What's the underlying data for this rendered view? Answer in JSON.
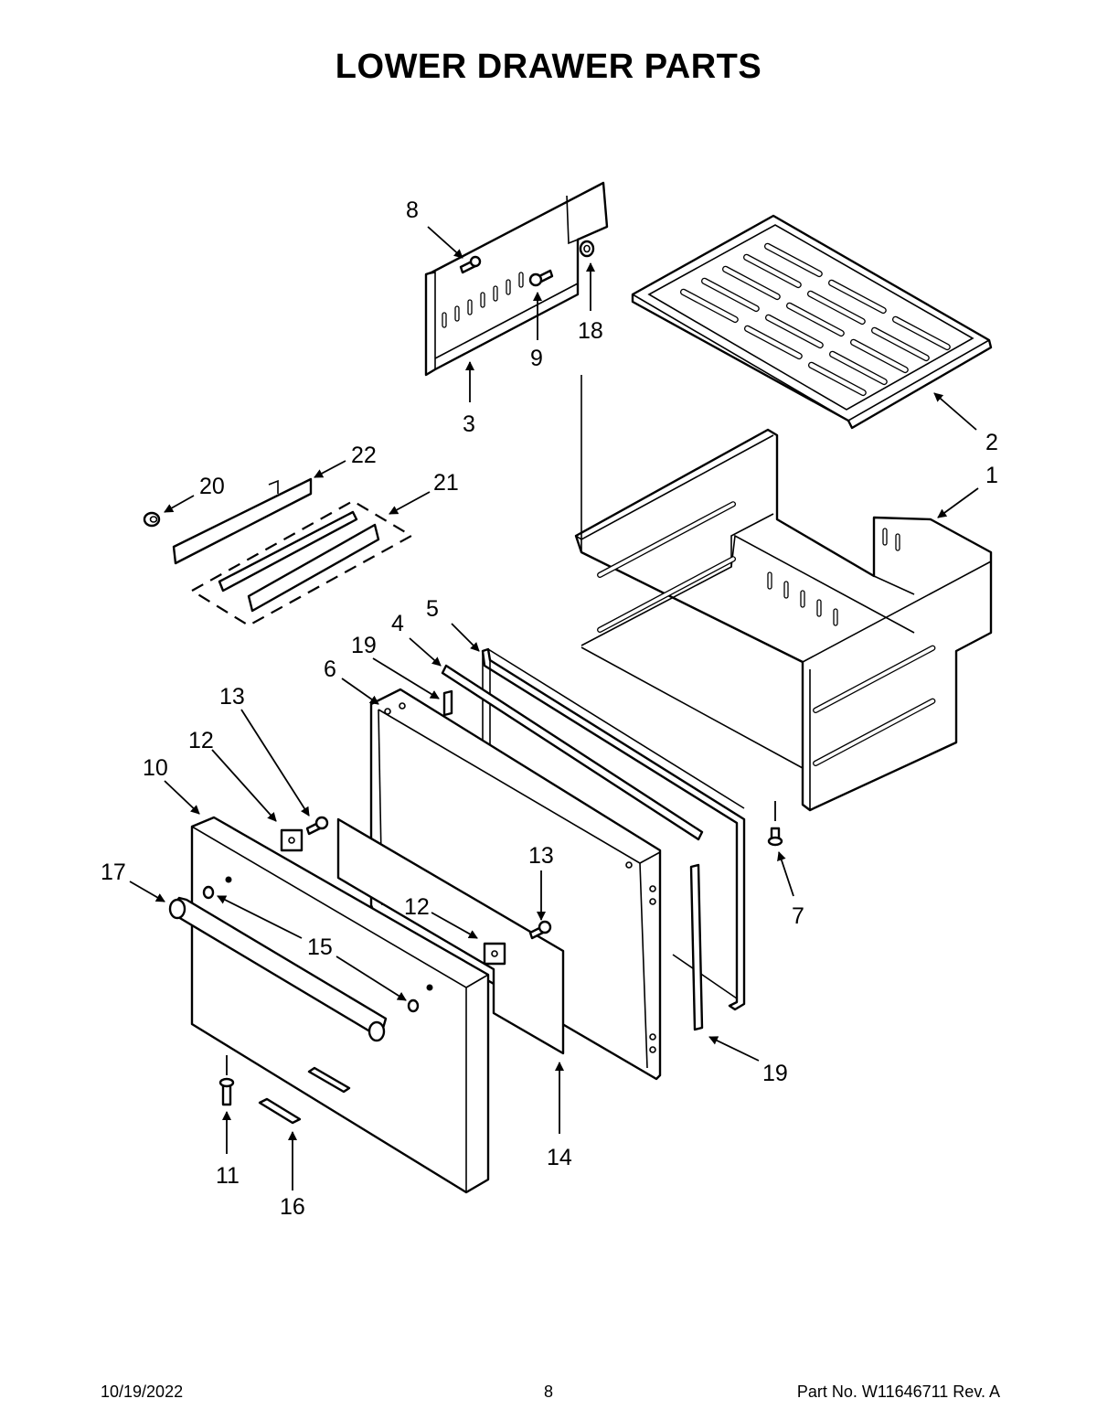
{
  "title": "LOWER DRAWER PARTS",
  "callouts": {
    "c1": "1",
    "c2": "2",
    "c3": "3",
    "c4": "4",
    "c5": "5",
    "c6": "6",
    "c7": "7",
    "c8": "8",
    "c9": "9",
    "c10": "10",
    "c11": "11",
    "c12a": "12",
    "c12b": "12",
    "c13a": "13",
    "c13b": "13",
    "c14": "14",
    "c15": "15",
    "c16": "16",
    "c17": "17",
    "c18": "18",
    "c19a": "19",
    "c19b": "19",
    "c20": "20",
    "c21": "21",
    "c22": "22"
  },
  "footer": {
    "date": "10/19/2022",
    "page": "8",
    "part": "Part No.  W11646711  Rev.  A"
  }
}
